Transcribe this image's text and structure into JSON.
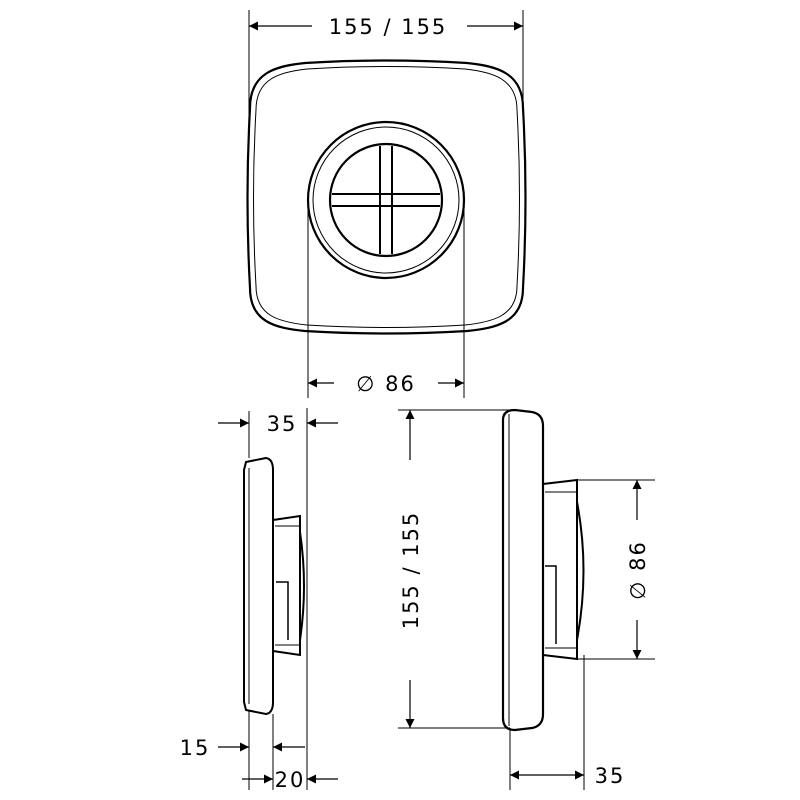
{
  "front_view": {
    "width_dimension": "155 / 155",
    "diameter_dimension": "∅ 86"
  },
  "left_side_view": {
    "top_dimension": "35",
    "plate_dimension": "15",
    "body_dimension": "20"
  },
  "right_side_view": {
    "height_dimension": "155 / 155",
    "diameter_dimension": "∅ 86",
    "depth_dimension": "35"
  },
  "colors": {
    "line": "#000000",
    "background": "#ffffff"
  }
}
